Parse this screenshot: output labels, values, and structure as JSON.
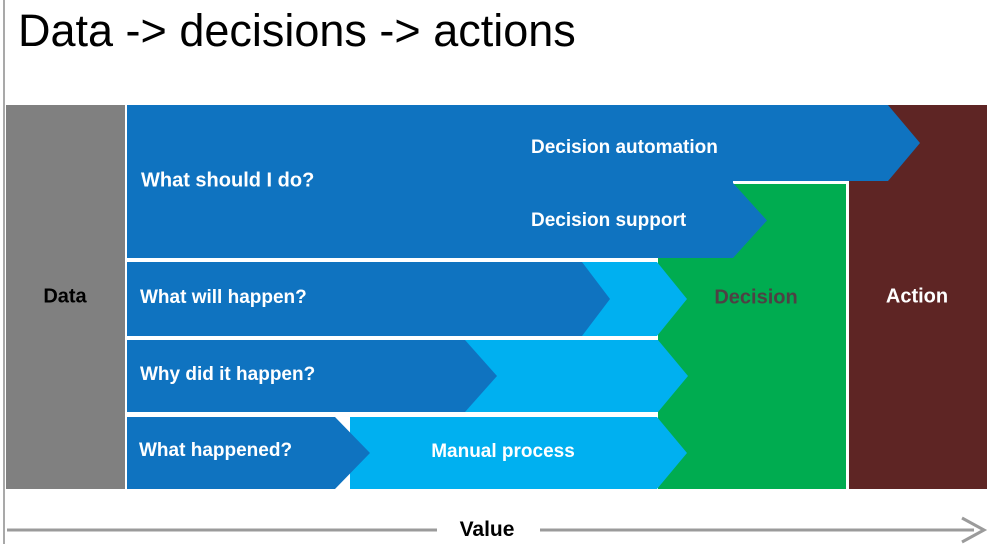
{
  "slide": {
    "title": "Data -> decisions -> actions"
  },
  "diagram": {
    "stages": {
      "data": {
        "label": "Data",
        "color": "#808080"
      },
      "decision": {
        "label": "Decision",
        "color": "#00ac50",
        "label_color": "#4e4144"
      },
      "action": {
        "label": "Action",
        "color": "#5e2524"
      }
    },
    "rows": [
      {
        "label": "What should I do?"
      },
      {
        "label": "What will happen?"
      },
      {
        "label": "Why did it happen?"
      },
      {
        "label": "What happened?"
      }
    ],
    "overlays": {
      "decision_automation": "Decision automation",
      "decision_support": "Decision support",
      "manual_process": "Manual process"
    },
    "colors": {
      "blue": "#0f73c0",
      "cyan": "#00b0f0",
      "green": "#00ac50",
      "maroon": "#5e2524",
      "gray": "#808080",
      "axis_gray": "#9b9b9b"
    }
  },
  "value_axis": {
    "label": "Value"
  }
}
